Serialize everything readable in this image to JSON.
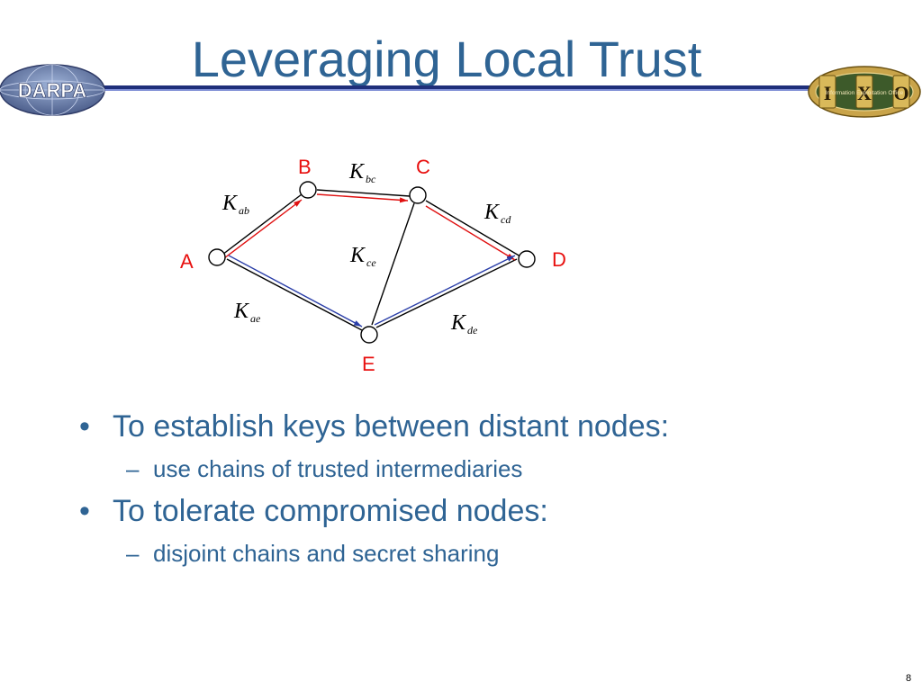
{
  "slide": {
    "title": "Leveraging Local Trust",
    "page_number": "8"
  },
  "logos": {
    "left": {
      "text": "DARPA",
      "icon": "darpa-globe-logo"
    },
    "right": {
      "icon": "ixo-office-seal",
      "letters": [
        "I",
        "X",
        "O"
      ],
      "text": "Information Exploitation Office"
    }
  },
  "diagram": {
    "nodes": [
      {
        "id": "A",
        "label": "A"
      },
      {
        "id": "B",
        "label": "B"
      },
      {
        "id": "C",
        "label": "C"
      },
      {
        "id": "D",
        "label": "D"
      },
      {
        "id": "E",
        "label": "E"
      }
    ],
    "edges": [
      {
        "from": "A",
        "to": "B",
        "key": "K",
        "sub": "ab",
        "chain": "red"
      },
      {
        "from": "B",
        "to": "C",
        "key": "K",
        "sub": "bc",
        "chain": "red"
      },
      {
        "from": "C",
        "to": "D",
        "key": "K",
        "sub": "cd",
        "chain": "red"
      },
      {
        "from": "A",
        "to": "E",
        "key": "K",
        "sub": "ae",
        "chain": "blue"
      },
      {
        "from": "E",
        "to": "D",
        "key": "K",
        "sub": "de",
        "chain": "blue"
      },
      {
        "from": "C",
        "to": "E",
        "key": "K",
        "sub": "ce",
        "chain": "none"
      }
    ],
    "colors": {
      "node_label": "#e8100f",
      "red_chain": "#e01010",
      "blue_chain": "#2a3ea8",
      "edge": "#000000"
    }
  },
  "bullets": [
    {
      "text": "To establish keys between distant nodes:",
      "sub": [
        "use chains of trusted intermediaries"
      ]
    },
    {
      "text": "To tolerate compromised nodes:",
      "sub": [
        "disjoint chains and secret sharing"
      ]
    }
  ],
  "colors": {
    "title": "#2f6494",
    "rule": "#1f2f7a"
  }
}
